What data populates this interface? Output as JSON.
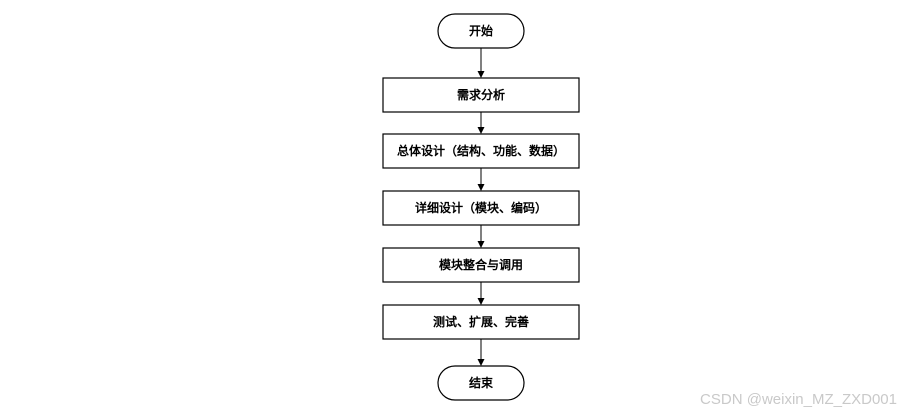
{
  "flow": {
    "start": "开始",
    "steps": [
      "需求分析",
      "总体设计（结构、功能、数据）",
      "详细设计（模块、编码）",
      "模块整合与调用",
      "测试、扩展、完善"
    ],
    "end": "结束"
  },
  "watermark": "CSDN @weixin_MZ_ZXD001"
}
